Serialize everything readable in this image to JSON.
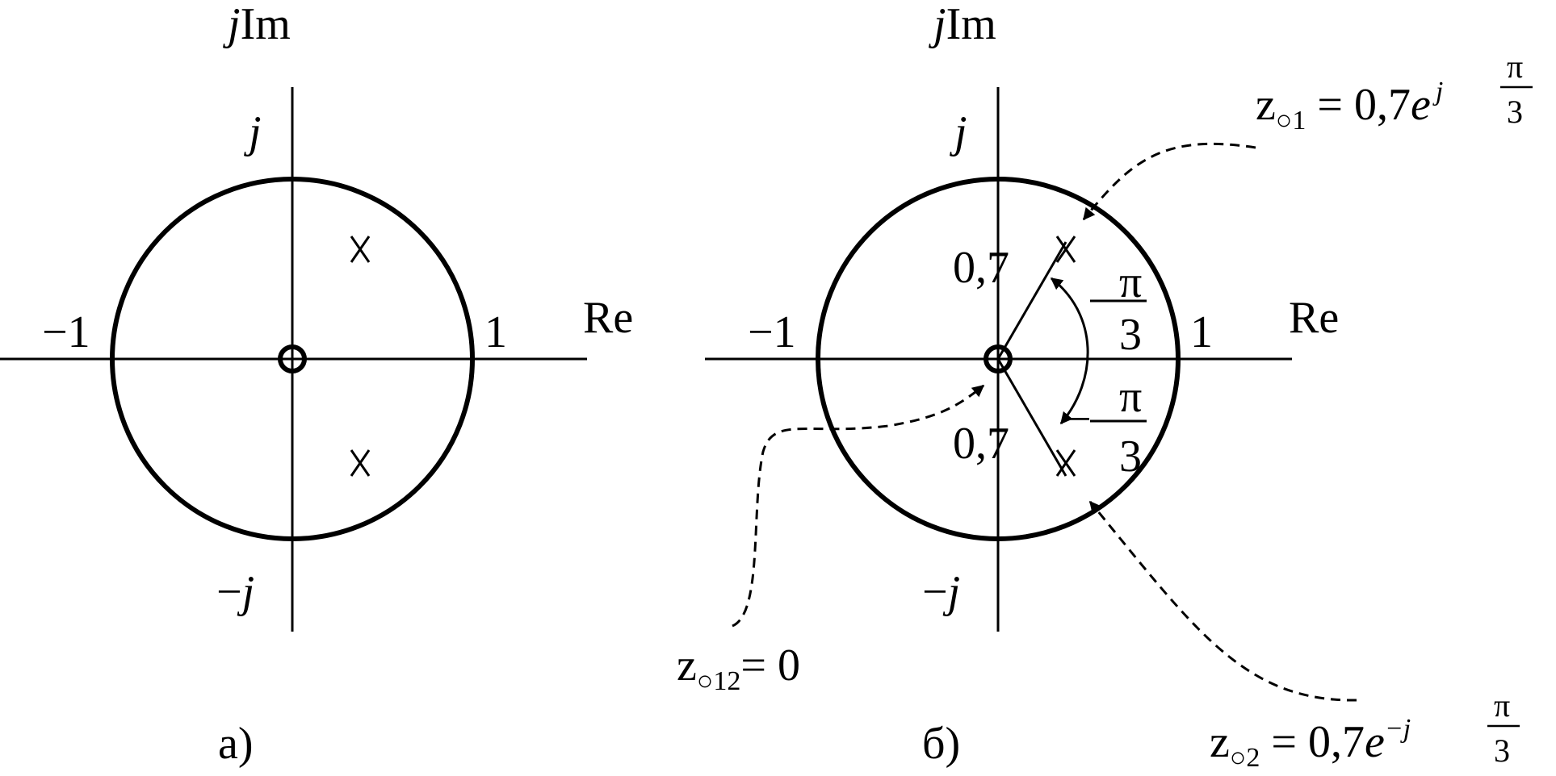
{
  "panel_a": {
    "caption": "а)",
    "axis_im_prefix": "j",
    "axis_im": "Im",
    "axis_re": "Re",
    "tick_pos_j": "j",
    "tick_neg_j": "−j",
    "tick_neg_one": "−1",
    "tick_one": "1",
    "pole_marker": "x"
  },
  "panel_b": {
    "caption": "б)",
    "axis_im_prefix": "j",
    "axis_im": "Im",
    "axis_re": "Re",
    "tick_pos_j": "j",
    "tick_neg_j": "−j",
    "tick_neg_one": "−1",
    "tick_one": "1",
    "radius_upper": "0,7",
    "radius_lower": "0,7",
    "angle_upper_num": "π",
    "angle_upper_den": "3",
    "angle_lower_sign": "−",
    "angle_lower_num": "π",
    "angle_lower_den": "3",
    "pole1": {
      "z": "z",
      "sub": "○1",
      "eq": " = 0,7",
      "e": "e",
      "exp": "j",
      "frac_num": "π",
      "frac_den": "3"
    },
    "pole2": {
      "z": "z",
      "sub": "○2",
      "eq": " = 0,7",
      "e": "e",
      "exp": "−j",
      "frac_num": "π",
      "frac_den": "3"
    },
    "zero": {
      "z": "z",
      "sub": "○12",
      "eq": "= 0"
    }
  }
}
